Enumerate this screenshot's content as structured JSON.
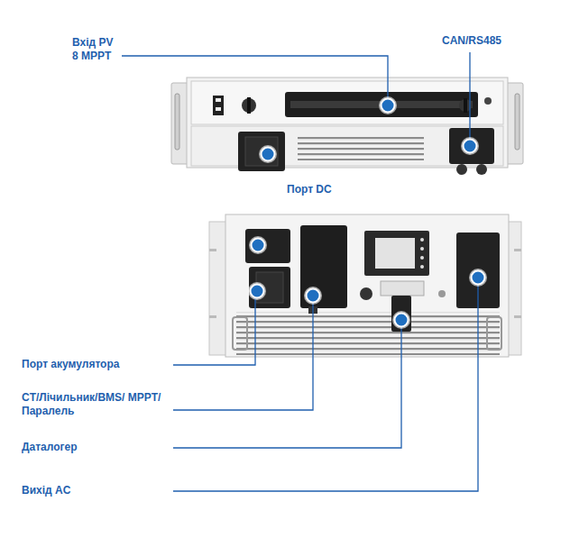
{
  "diagram": {
    "labels": [
      "Вхід PV 8 MPPT",
      "CAN/RS485",
      "Порт DC",
      "Порт акумулятора",
      "CT/Лічильник/BMS/ MPPT/Паралель",
      "Даталогер",
      "Вихід AC"
    ]
  }
}
